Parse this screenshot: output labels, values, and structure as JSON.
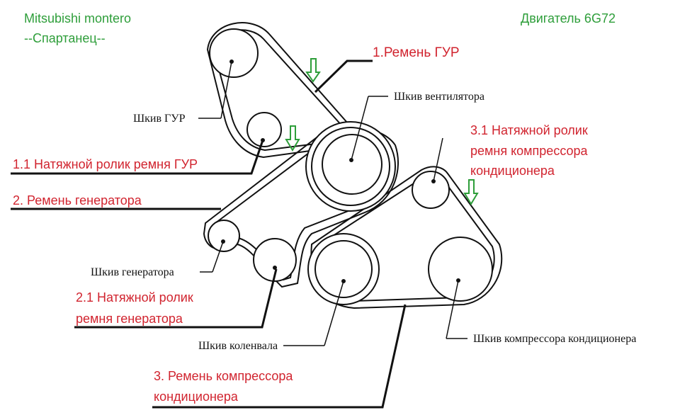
{
  "header": {
    "vehicle_line1": "Mitsubishi montero",
    "vehicle_line2": "--Спартанец--",
    "engine": "Двигатель 6G72"
  },
  "belts": {
    "ps_belt": "1.Ремень ГУР",
    "ps_tensioner": "1.1 Натяжной ролик ремня ГУР",
    "alt_belt": "2. Ремень генератора",
    "alt_tensioner_line1": "2.1 Натяжной ролик",
    "alt_tensioner_line2": "ремня генератора",
    "ac_belt_line1": "3. Ремень компрессора",
    "ac_belt_line2": "кондиционера",
    "ac_tensioner_line1": "3.1 Натяжной ролик",
    "ac_tensioner_line2": "ремня компрессора",
    "ac_tensioner_line3": "кондиционера"
  },
  "pulleys": {
    "ps": "Шкив ГУР",
    "fan": "Шкив вентилятора",
    "alternator": "Шкив генератора",
    "crankshaft": "Шкив коленвала",
    "ac_compressor": "Шкив компрессора кондиционера"
  },
  "colors": {
    "green": "#2e9e3a",
    "red": "#d1242f",
    "ink": "#111111"
  }
}
